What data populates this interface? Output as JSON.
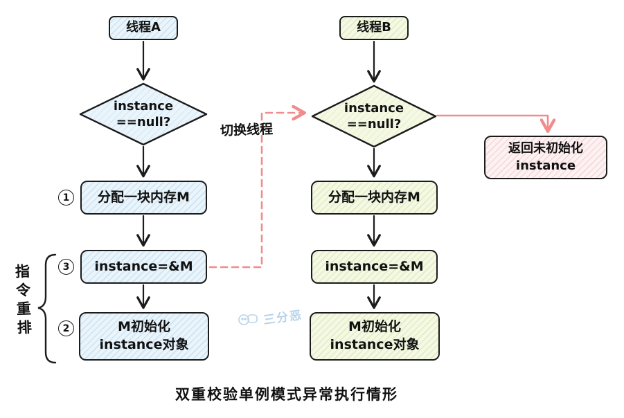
{
  "diagram": {
    "caption": "双重校验单例模式异常执行情形",
    "watermark": "三分恶",
    "switch_thread_label": "切换线程",
    "reorder_note": "指令重排",
    "thread_a": {
      "title": "线程A",
      "decision": "instance\n==null?",
      "steps": [
        {
          "badge": "1",
          "text": "分配一块内存M"
        },
        {
          "badge": "3",
          "text": "instance=&M"
        },
        {
          "badge": "2",
          "text": "M初始化\ninstance对象"
        }
      ]
    },
    "thread_b": {
      "title": "线程B",
      "decision": "instance\n==null?",
      "steps": [
        {
          "text": "分配一块内存M"
        },
        {
          "text": "instance=&M"
        },
        {
          "text": "M初始化\ninstance对象"
        }
      ],
      "return_box": "返回未初始化\ninstance"
    },
    "colors": {
      "blue_fill": "#eaf4fb",
      "blue_hatch": "#cde3f3",
      "green_fill": "#f5f9e4",
      "green_hatch": "#e0ebc6",
      "pink_fill": "#fdf1f1",
      "pink_hatch": "#f4d8da",
      "arrow_red": "#f28b8b",
      "stroke": "#1b1b1b"
    }
  }
}
